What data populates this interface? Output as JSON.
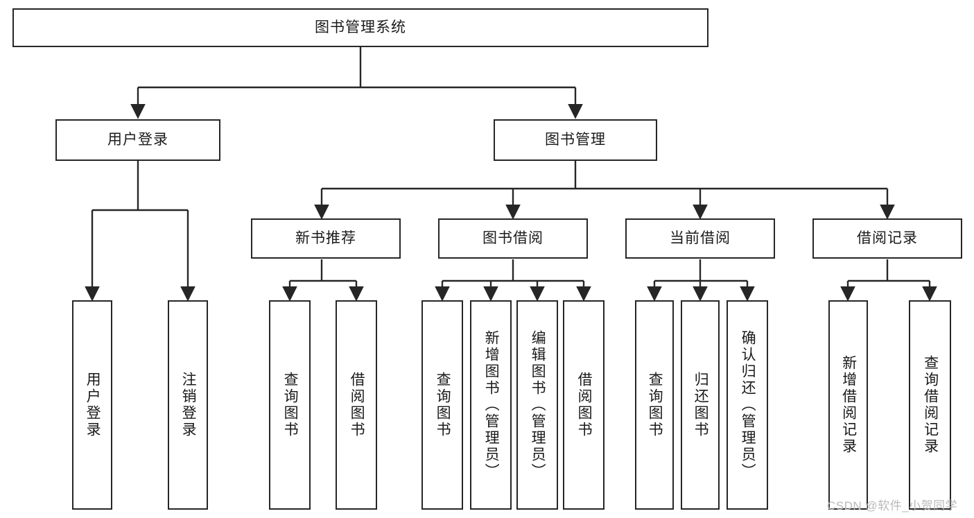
{
  "diagram": {
    "title": "图书管理系统",
    "type": "functional-structure-tree",
    "root": {
      "label": "图书管理系统"
    },
    "level2": [
      {
        "label": "用户登录"
      },
      {
        "label": "图书管理"
      }
    ],
    "level3": [
      {
        "label": "新书推荐"
      },
      {
        "label": "图书借阅"
      },
      {
        "label": "当前借阅"
      },
      {
        "label": "借阅记录"
      }
    ],
    "leaves": {
      "user_login": [
        {
          "label": "用户登录"
        },
        {
          "label": "注销登录"
        }
      ],
      "new_book_recommend": [
        {
          "label": "查询图书"
        },
        {
          "label": "借阅图书"
        }
      ],
      "book_borrow": [
        {
          "label": "查询图书"
        },
        {
          "label": "新增图书（管理员）"
        },
        {
          "label": "编辑图书（管理员）"
        },
        {
          "label": "借阅图书"
        }
      ],
      "current_borrow": [
        {
          "label": "查询图书"
        },
        {
          "label": "归还图书"
        },
        {
          "label": "确认归还（管理员）"
        }
      ],
      "borrow_record": [
        {
          "label": "新增借阅记录"
        },
        {
          "label": "查询借阅记录"
        }
      ]
    }
  },
  "watermark": {
    "text": "CSDN @软件_小贺同学"
  },
  "colors": {
    "stroke": "#262626",
    "text": "#1a1a1a",
    "background": "#ffffff",
    "watermark": "#b9b9b9"
  }
}
